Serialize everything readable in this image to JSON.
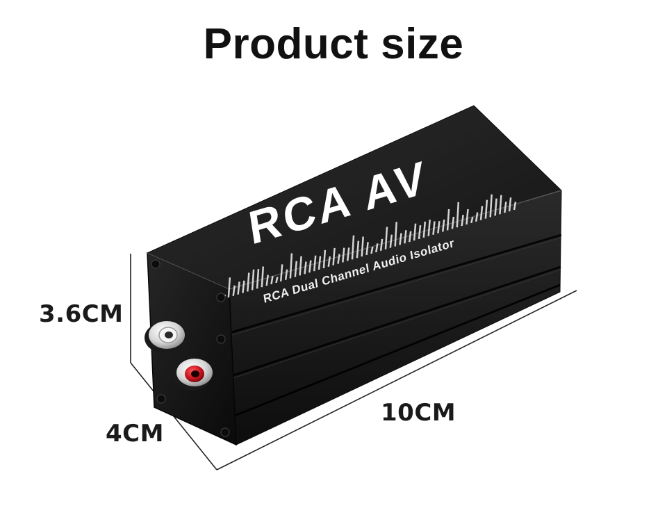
{
  "title": "Product size",
  "product": {
    "brand_text": "RCA AV",
    "subtitle_text": "RCA Dual Channel Audio Isolator",
    "body_color": "#1e1e1e",
    "rca_left_color": "#f2f2f2",
    "rca_right_color": "#c8141e"
  },
  "dimensions": {
    "height": "3.6CM",
    "depth": "4CM",
    "length": "10CM"
  }
}
